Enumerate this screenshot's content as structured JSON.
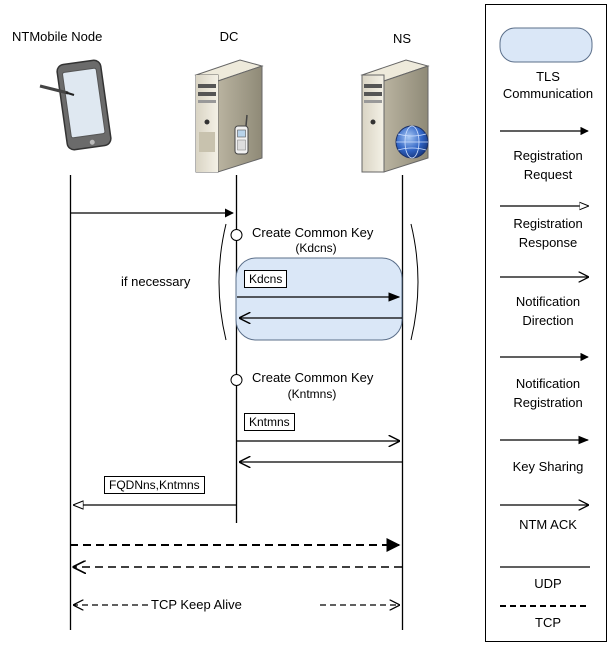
{
  "actors": {
    "node": "NTMobile Node",
    "dc": "DC",
    "ns": "NS"
  },
  "steps": {
    "create_key_1": "Create Common Key",
    "create_key_1_sub": "(Kdcns)",
    "if_necessary": "if necessary",
    "kdcns_label": "Kdcns",
    "create_key_2": "Create Common Key",
    "create_key_2_sub": "(Kntmns)",
    "kntmns_label": "Kntmns",
    "fqdn_label": "FQDNns,Kntmns",
    "tcp_keep_alive": "TCP Keep Alive"
  },
  "legend": {
    "tls": [
      "TLS",
      "Communication"
    ],
    "registration_request": [
      "Registration",
      "Request"
    ],
    "registration_response": [
      "Registration",
      "Response"
    ],
    "notification_direction": [
      "Notification",
      "Direction"
    ],
    "notification_registration": [
      "Notification",
      "Registration"
    ],
    "key_sharing": "Key Sharing",
    "ntm_ack": "NTM ACK",
    "udp": "UDP",
    "tcp": "TCP"
  }
}
